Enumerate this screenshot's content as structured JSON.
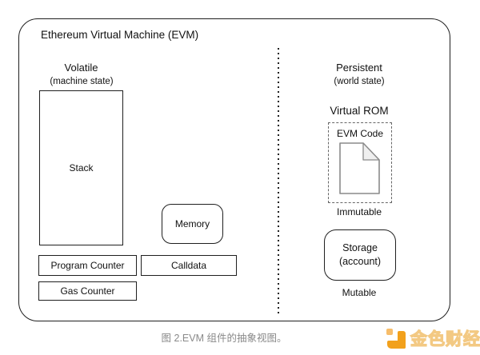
{
  "diagram": {
    "title": "Ethereum Virtual Machine (EVM)",
    "left": {
      "heading": "Volatile",
      "subheading": "(machine state)",
      "stack_label": "Stack",
      "memory_label": "Memory",
      "program_counter_label": "Program Counter",
      "calldata_label": "Calldata",
      "gas_counter_label": "Gas Counter"
    },
    "right": {
      "heading": "Persistent",
      "subheading": "(world state)",
      "virtual_rom_label": "Virtual ROM",
      "evm_code_label": "EVM Code",
      "immutable_label": "Immutable",
      "storage_line1": "Storage",
      "storage_line2": "(account)",
      "mutable_label": "Mutable"
    }
  },
  "caption": "图 2.EVM 组件的抽象视图。",
  "watermark": {
    "brand": "金色财经"
  },
  "colors": {
    "line": "#1F1F1F",
    "brand_orange": "#F2A11C",
    "brand_orange_light": "#F7BD6A",
    "watermark_text_fill": "#FFF6E6",
    "watermark_text_stroke": "#F3C983",
    "caption_gray": "#8A8A8A"
  }
}
